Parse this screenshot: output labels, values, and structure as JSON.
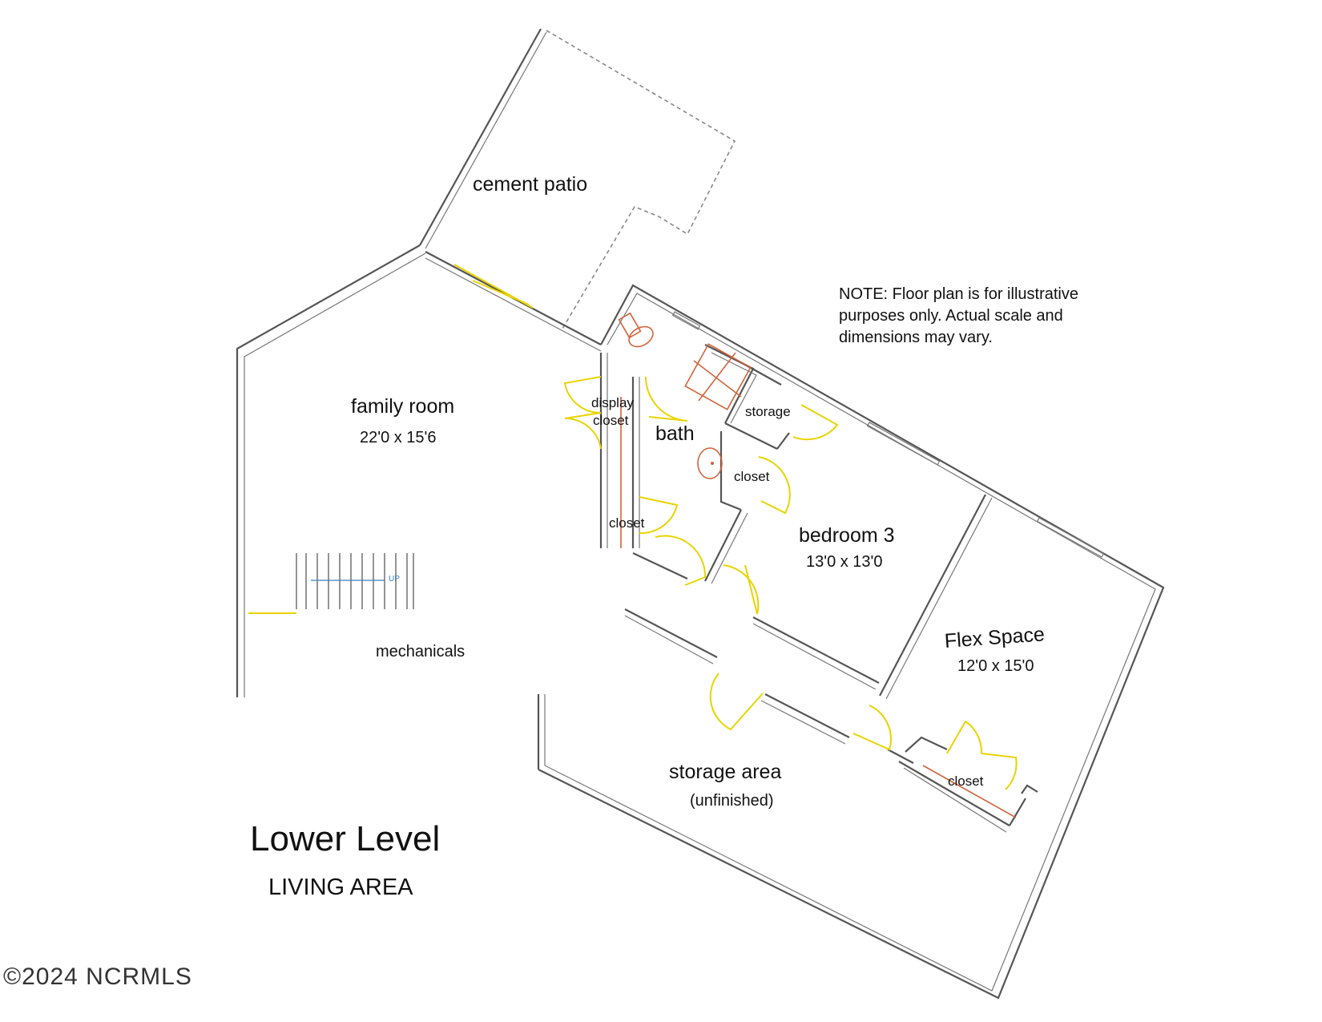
{
  "rooms": {
    "cement_patio": "cement patio",
    "family_room": "family room",
    "family_room_dim": "22'0 x 15'6",
    "display_closet_1": "display",
    "display_closet_2": "closet",
    "bath": "bath",
    "storage": "storage",
    "closet_bath": "closet",
    "closet_hall": "closet",
    "bedroom3": "bedroom 3",
    "bedroom3_dim": "13'0 x 13'0",
    "flex_space": "Flex Space",
    "flex_space_dim": "12'0 x 15'0",
    "mechanicals": "mechanicals",
    "storage_area": "storage area",
    "storage_area_sub": "(unfinished)",
    "closet_flex": "closet"
  },
  "stair": {
    "up_label": "UP"
  },
  "note": "NOTE: Floor plan is for illustrative purposes only. Actual scale and dimensions may vary.",
  "title": {
    "main": "Lower Level",
    "sub": "LIVING AREA"
  },
  "copyright": "©2024 NCRMLS"
}
